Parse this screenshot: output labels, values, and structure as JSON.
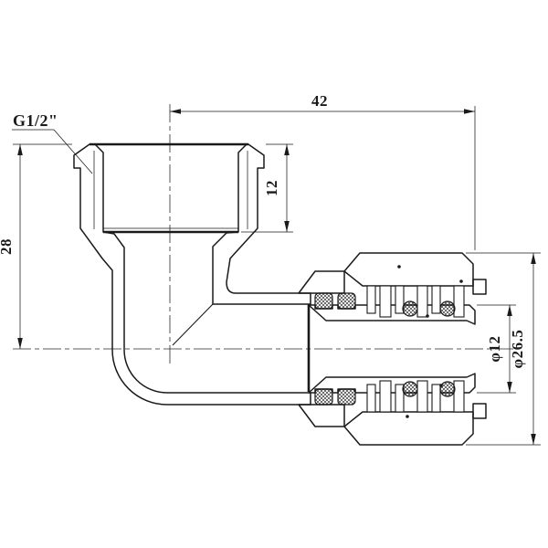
{
  "drawing": {
    "labels": {
      "thread": "G1/2\"",
      "width": "42",
      "thread_depth": "12",
      "height": "28",
      "pipe_diameter": "φ12",
      "nut_diameter": "φ26.5"
    },
    "colors": {
      "line": "#1a1a1a",
      "background": "#ffffff"
    }
  }
}
